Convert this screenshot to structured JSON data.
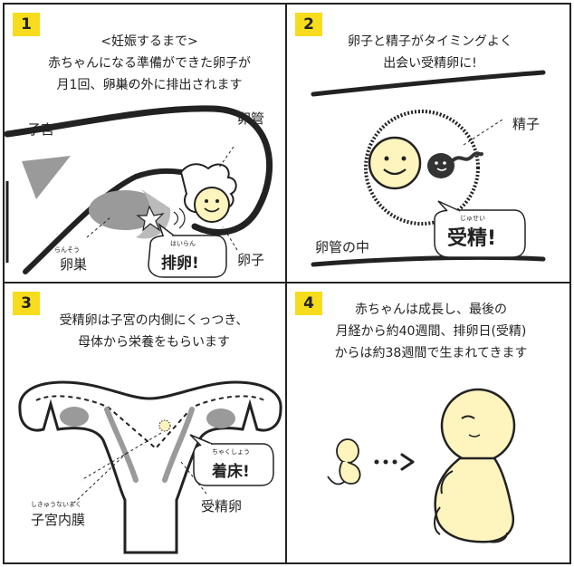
{
  "panels": [
    {
      "number": "1",
      "lines": [
        "<妊娠するまで>",
        "赤ちゃんになる準備ができた卵子が",
        "月1回、卵巣の外に排出されます"
      ],
      "ruby_ransou": "らんそう",
      "labels": {
        "uterus": "子宮",
        "tube": "卵管",
        "ovary": "卵巣",
        "ovary_ruby": "らんそう",
        "egg": "卵子"
      },
      "bubble": "排卵!",
      "bubble_ruby": "はいらん"
    },
    {
      "number": "2",
      "lines": [
        "卵子と精子がタイミングよく",
        "出会い受精卵に!"
      ],
      "labels": {
        "sperm": "精子",
        "tube_inside": "卵管の中"
      },
      "bubble": "受精!",
      "bubble_ruby": "じゅせい"
    },
    {
      "number": "3",
      "lines": [
        "受精卵は子宮の内側にくっつき、",
        "母体から栄養をもらいます"
      ],
      "labels": {
        "endometrium": "子宮内膜",
        "endometrium_ruby": "しきゅうないまく",
        "fertilized_egg": "受精卵"
      },
      "bubble": "着床!",
      "bubble_ruby": "ちゃくしょう"
    },
    {
      "number": "4",
      "lines": [
        "赤ちゃんは成長し、最後の",
        "月経から約40週間、排卵日(受精)",
        "からは約38週間で生まれてきます"
      ]
    }
  ],
  "colors": {
    "badge": "#f7dc1e",
    "egg": "#fdf4be",
    "ink": "#222222",
    "tissue": "#9a9a9a"
  }
}
